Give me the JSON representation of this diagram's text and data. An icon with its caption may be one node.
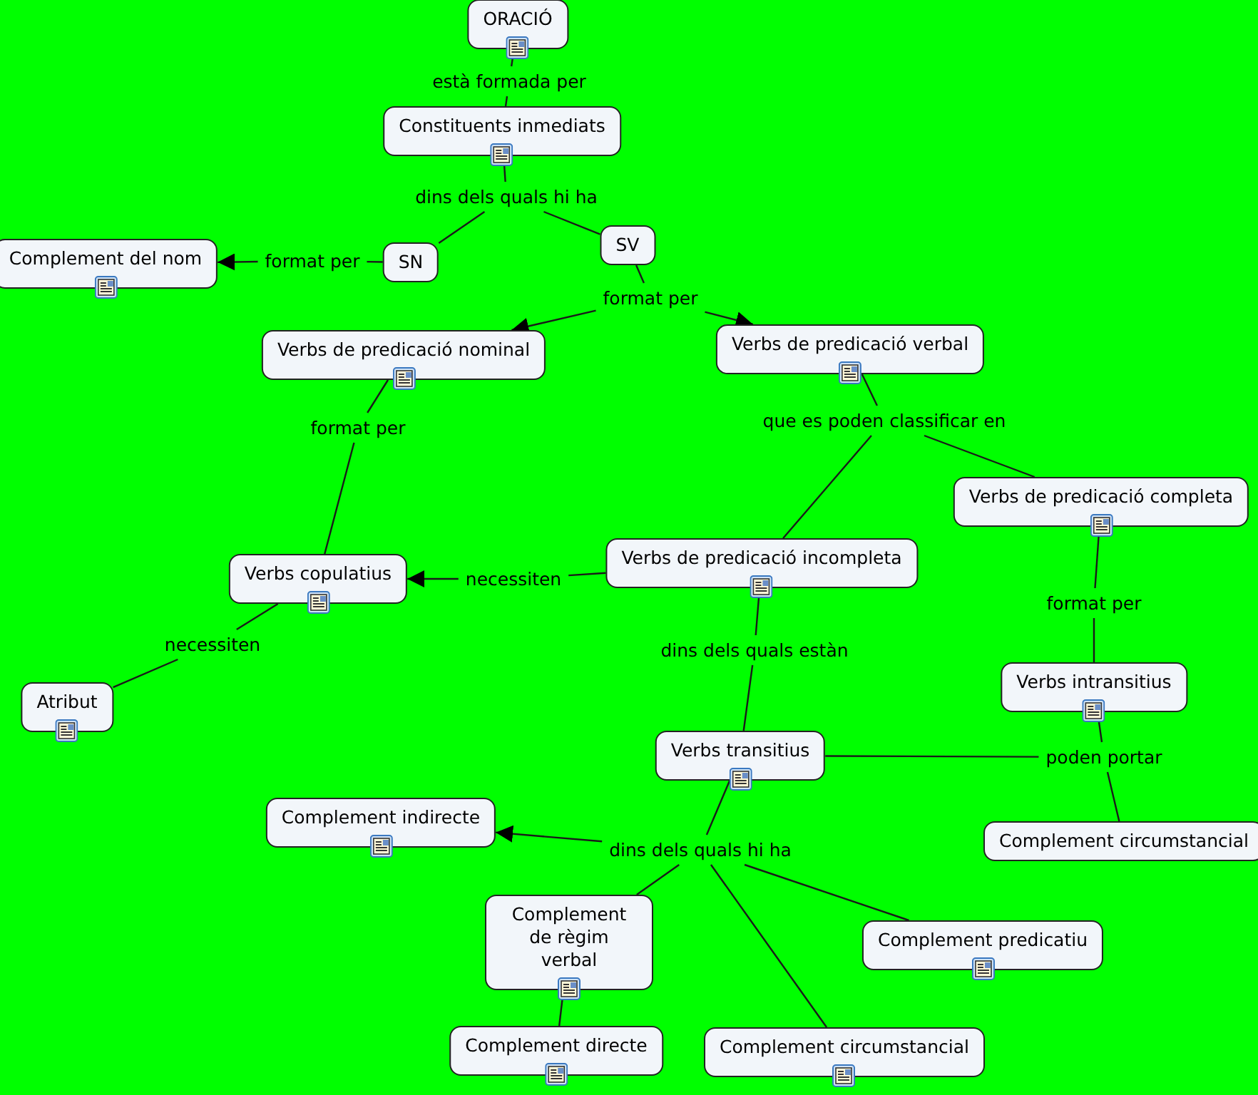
{
  "diagram": {
    "nodes": [
      {
        "text": [
          "ORACIÓ"
        ]
      },
      {
        "text": [
          "està formada per"
        ]
      },
      {
        "text": [
          "Constituents inmediats"
        ]
      },
      {
        "text": [
          "dins dels quals hi ha"
        ]
      },
      {
        "text": [
          "SN"
        ]
      },
      {
        "text": [
          "SV"
        ]
      },
      {
        "text": [
          "Complement del nom"
        ]
      },
      {
        "text": [
          "format per"
        ]
      },
      {
        "text": [
          "format per"
        ]
      },
      {
        "text": [
          "Verbs de predicació nominal"
        ]
      },
      {
        "text": [
          "Verbs de predicació verbal"
        ]
      },
      {
        "text": [
          "format per"
        ]
      },
      {
        "text": [
          "que es poden classificar en"
        ]
      },
      {
        "text": [
          "Verbs de predicació completa"
        ]
      },
      {
        "text": [
          "Verbs copulatius"
        ]
      },
      {
        "text": [
          "necessiten"
        ]
      },
      {
        "text": [
          "Verbs de predicació incompleta"
        ]
      },
      {
        "text": [
          "necessiten"
        ]
      },
      {
        "text": [
          "Atribut"
        ]
      },
      {
        "text": [
          "dins dels quals estàn"
        ]
      },
      {
        "text": [
          "format per"
        ]
      },
      {
        "text": [
          "Verbs intransitius"
        ]
      },
      {
        "text": [
          "Verbs transitius"
        ]
      },
      {
        "text": [
          "poden portar"
        ]
      },
      {
        "text": [
          "Complement circumstancial"
        ]
      },
      {
        "text": [
          "Complement indirecte"
        ]
      },
      {
        "text": [
          "dins dels quals hi ha"
        ]
      },
      {
        "text": [
          "Complement de règim verbal"
        ]
      },
      {
        "text": [
          "Complement predicatiu"
        ]
      },
      {
        "text": [
          "Complement directe"
        ]
      },
      {
        "text": [
          "Complement circumstancial"
        ]
      }
    ],
    "edges": [
      {
        "from": 0,
        "to": 1,
        "arrow": "none"
      },
      {
        "from": 1,
        "to": 2,
        "arrow": "none"
      },
      {
        "from": 2,
        "to": 3,
        "arrow": "none"
      },
      {
        "from": 3,
        "to": 4,
        "arrow": "none"
      },
      {
        "from": 3,
        "to": 5,
        "arrow": "none"
      },
      {
        "from": 4,
        "to": 7,
        "arrow": "none"
      },
      {
        "from": 7,
        "to": 6,
        "arrow": "to"
      },
      {
        "from": 5,
        "to": 8,
        "arrow": "none"
      },
      {
        "from": 8,
        "to": 9,
        "arrow": "to"
      },
      {
        "from": 8,
        "to": 10,
        "arrow": "to"
      },
      {
        "from": 9,
        "to": 11,
        "arrow": "none"
      },
      {
        "from": 11,
        "to": 14,
        "arrow": "none"
      },
      {
        "from": 10,
        "to": 12,
        "arrow": "none"
      },
      {
        "from": 12,
        "to": 16,
        "arrow": "none"
      },
      {
        "from": 12,
        "to": 13,
        "arrow": "none"
      },
      {
        "from": 16,
        "to": 15,
        "arrow": "none"
      },
      {
        "from": 15,
        "to": 14,
        "arrow": "to"
      },
      {
        "from": 14,
        "to": 17,
        "arrow": "none"
      },
      {
        "from": 17,
        "to": 18,
        "arrow": "none"
      },
      {
        "from": 16,
        "to": 19,
        "arrow": "none"
      },
      {
        "from": 19,
        "to": 22,
        "arrow": "none"
      },
      {
        "from": 13,
        "to": 20,
        "arrow": "none"
      },
      {
        "from": 20,
        "to": 21,
        "arrow": "none"
      },
      {
        "from": 21,
        "to": 23,
        "arrow": "none"
      },
      {
        "from": 22,
        "to": 23,
        "arrow": "none"
      },
      {
        "from": 23,
        "to": 24,
        "arrow": "none"
      },
      {
        "from": 22,
        "to": 26,
        "arrow": "none"
      },
      {
        "from": 26,
        "to": 25,
        "arrow": "to"
      },
      {
        "from": 26,
        "to": 27,
        "arrow": "none"
      },
      {
        "from": 26,
        "to": 28,
        "arrow": "none"
      },
      {
        "from": 26,
        "to": 30,
        "arrow": "none"
      },
      {
        "from": 27,
        "to": 29,
        "arrow": "none"
      }
    ]
  }
}
